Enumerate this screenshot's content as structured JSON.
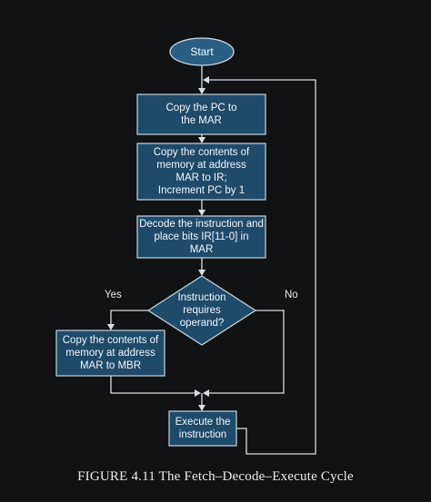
{
  "diagram": {
    "start": "Start",
    "copy_pc": "Copy the PC to\nthe MAR",
    "fetch": "Copy the contents of\nmemory at address\nMAR to IR;\nIncrement PC by 1",
    "decode": "Decode the instruction and\nplace bits IR[11-0] in\nMAR",
    "decision": "Instruction\nrequires\noperand?",
    "yes_label": "Yes",
    "no_label": "No",
    "copy_operand": "Copy the contents of\nmemory at address\nMAR to MBR",
    "execute": "Execute the\ninstruction"
  },
  "caption": "FIGURE 4.11 The Fetch–Decode–Execute Cycle",
  "colors": {
    "background": "#111214",
    "box_fill": "#1f4b6a",
    "start_fill": "#2a5f85",
    "outline": "#c7d3dc",
    "connector": "#d6dde3"
  }
}
